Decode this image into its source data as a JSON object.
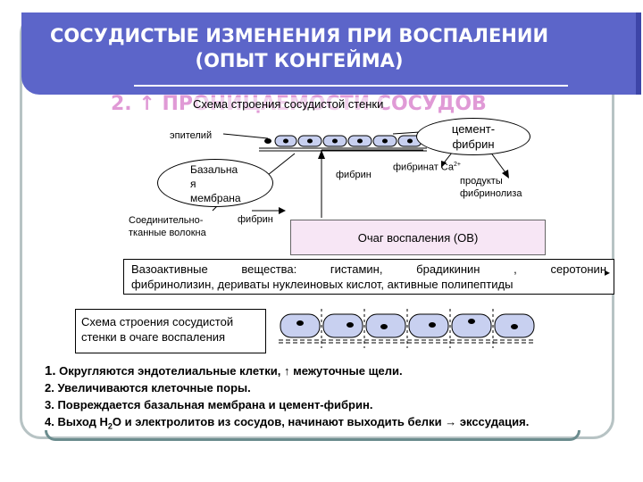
{
  "header": {
    "title_line1": "СОСУДИСТЫЕ ИЗМЕНЕНИЯ ПРИ ВОСПАЛЕНИИ",
    "title_line2": "(ОПЫТ КОНГЕЙМА)",
    "subtitle_number": "2.",
    "subtitle_text": "ПРОНИЦАЕМОСТИ СОСУДОВ",
    "band_color": "#5c65c9"
  },
  "diagram_top": {
    "scheme_label": "Схема строения сосудистой стенки",
    "epithelium": "эпителий",
    "cement_fibrin_line1": "цемент-",
    "cement_fibrin_line2": "фибрин",
    "basal_membrane_line1": "Базальна",
    "basal_membrane_line2": "я",
    "basal_membrane_line3": "мембрана",
    "fibrin_center": "фибрин",
    "fibrinate": "фибринат Са",
    "fibrinate_sup": "2+",
    "fibrinolysis_products_line1": "продукты",
    "fibrinolysis_products_line2": "фибринолиза",
    "connective_line1": "Соединительно-",
    "connective_line2": "тканные волокна",
    "fibrin_left": "фибрин",
    "inflammation_focus": "Очаг воспаления (ОВ)",
    "focus_color": "#f7e6f5"
  },
  "vasoactive": {
    "word1": "Вазоактивные",
    "word2": "вещества:",
    "word3": "гистамин,",
    "word4": "брадикинин",
    "word5": ",",
    "word6": "серотонин",
    "line2": "фибринолизин, дериваты нуклеиновых кислот, активные полипептиды"
  },
  "diagram_bottom": {
    "scheme_line1": "Схема строения сосудистой",
    "scheme_line2": "стенки в очаге воспаления"
  },
  "list": {
    "item1_num": "1.",
    "item1_a": "Округляются эндотелиальные клетки,",
    "item1_b": "межуточные щели.",
    "item2": "2. Увеличиваются клеточные поры.",
    "item3": "3. Повреждается базальная мембрана и цемент-фибрин.",
    "item4_a": "4. Выход Н",
    "item4_sub": "2",
    "item4_b": "О и электролитов из сосудов,  начинают выходить белки",
    "item4_c": "экссудация."
  },
  "colors": {
    "cell_fill": "#c8d0f0",
    "frame": "#b7c3c4"
  }
}
